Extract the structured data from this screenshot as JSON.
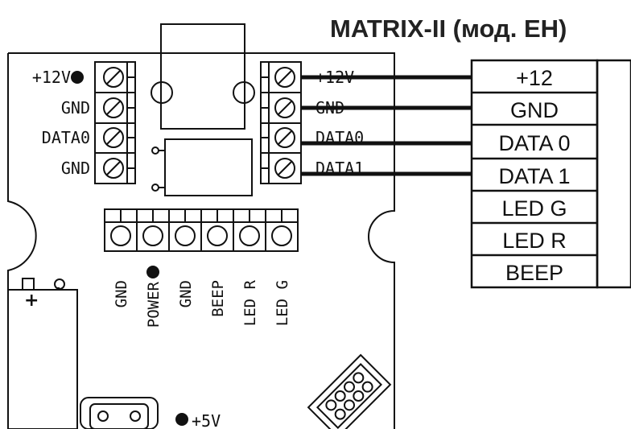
{
  "title": "MATRIX-II (мод. EH)",
  "left_terminals": [
    "+12V",
    "GND",
    "DATA0",
    "GND"
  ],
  "right_terminals": [
    "+12V",
    "GND",
    "DATA0",
    "DATA1"
  ],
  "bottom_terminals": [
    "GND",
    "POWER",
    "GND",
    "BEEP",
    "LED R",
    "LED G"
  ],
  "reader_terminals": [
    "+12",
    "GND",
    "DATA 0",
    "DATA 1",
    "LED G",
    "LED R",
    "BEEP"
  ],
  "power_5v_label": "+5V",
  "capacitor_marks": {
    "plus": "+",
    "minus": "-"
  }
}
